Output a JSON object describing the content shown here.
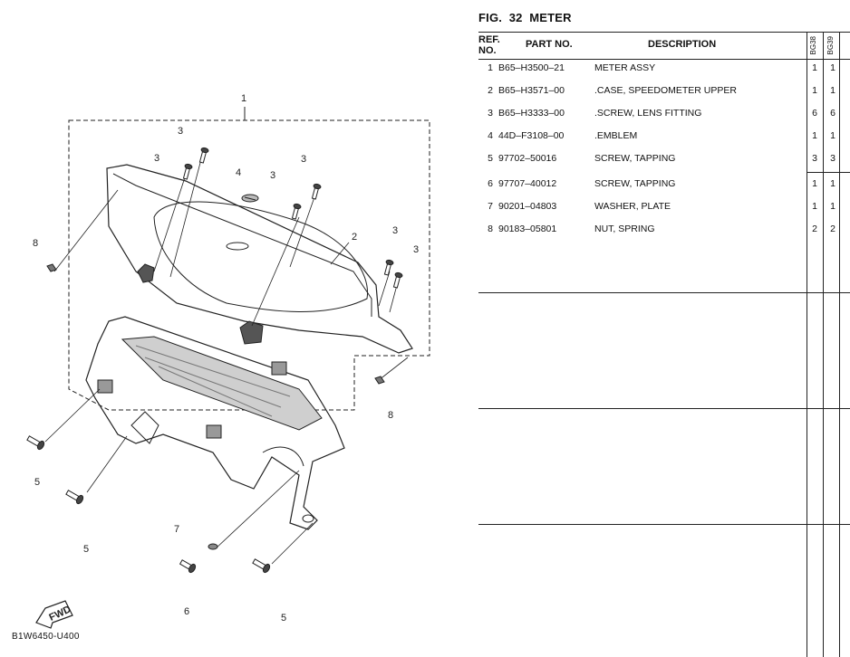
{
  "figure": {
    "prefix": "FIG.",
    "number": "32",
    "name": "METER"
  },
  "table": {
    "headers": {
      "ref": "REF. NO.",
      "part": "PART NO.",
      "description": "DESCRIPTION",
      "model1": "BG38",
      "model2": "BG39"
    },
    "rows": [
      {
        "ref": "1",
        "part": "B65–H3500–21",
        "description": "METER ASSY",
        "q1": "1",
        "q2": "1"
      },
      {
        "ref": "2",
        "part": "B65–H3571–00",
        "description": ".CASE, SPEEDOMETER UPPER",
        "q1": "1",
        "q2": "1"
      },
      {
        "ref": "3",
        "part": "B65–H3333–00",
        "description": ".SCREW, LENS FITTING",
        "q1": "6",
        "q2": "6"
      },
      {
        "ref": "4",
        "part": "44D–F3108–00",
        "description": ".EMBLEM",
        "q1": "1",
        "q2": "1"
      },
      {
        "ref": "5",
        "part": "97702–50016",
        "description": "SCREW, TAPPING",
        "q1": "3",
        "q2": "3"
      },
      {
        "ref": "6",
        "part": "97707–40012",
        "description": "SCREW, TAPPING",
        "q1": "1",
        "q2": "1"
      },
      {
        "ref": "7",
        "part": "90201–04803",
        "description": "WASHER, PLATE",
        "q1": "1",
        "q2": "1"
      },
      {
        "ref": "8",
        "part": "90183–05801",
        "description": "NUT, SPRING",
        "q1": "2",
        "q2": "2"
      }
    ]
  },
  "callouts": [
    "1",
    "2",
    "3",
    "3",
    "3",
    "3",
    "3",
    "3",
    "4",
    "5",
    "5",
    "5",
    "6",
    "7",
    "8",
    "8"
  ],
  "fwd_label": "FWD",
  "diagram_code": "B1W6450-U400"
}
